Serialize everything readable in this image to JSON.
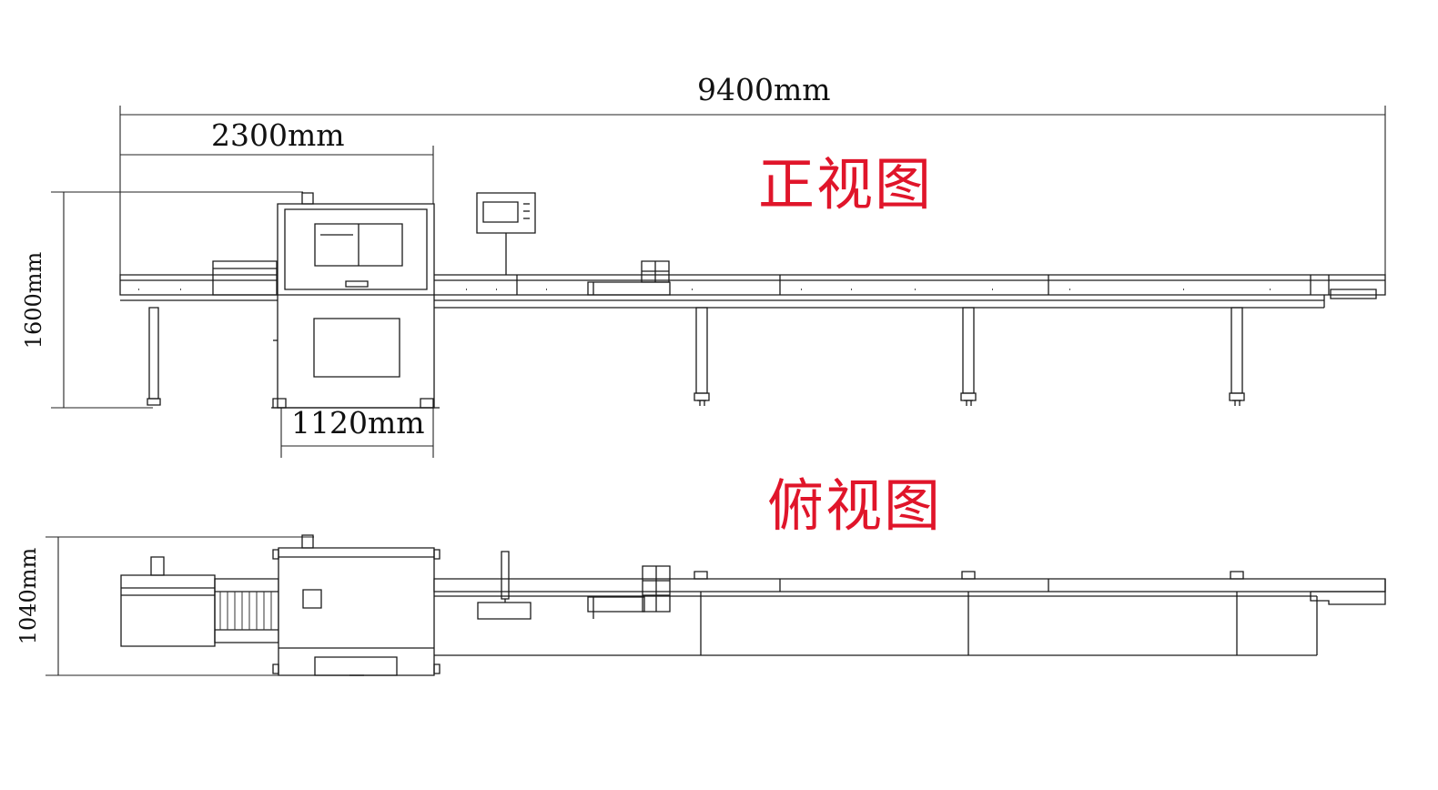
{
  "dimensions": {
    "overall_length": "9400mm",
    "module_length": "2300mm",
    "module_width": "1120mm",
    "height": "1600mm",
    "depth": "1040mm"
  },
  "views": {
    "front_view_title": "正视图",
    "top_view_title": "俯视图"
  },
  "colors": {
    "line": "#1a1a1a",
    "title": "#e0152a",
    "background": "#ffffff"
  }
}
